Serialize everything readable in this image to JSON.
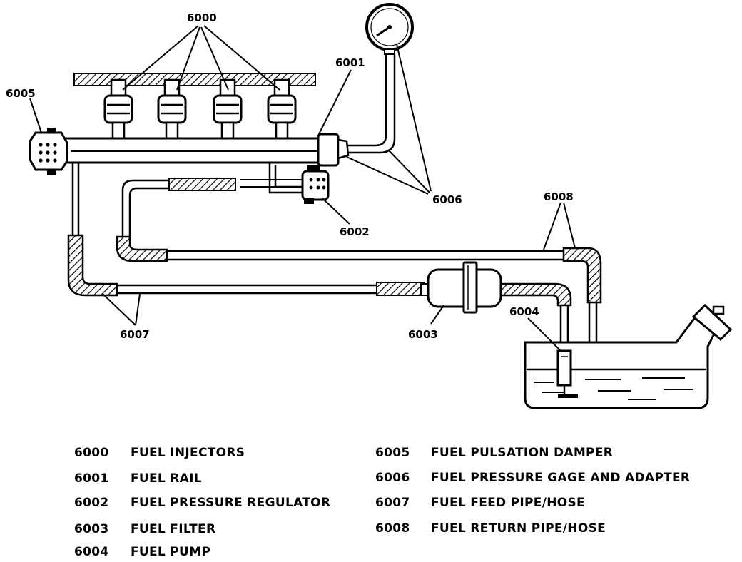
{
  "callouts": {
    "injectors": "6000",
    "rail": "6001",
    "regulator": "6002",
    "filter": "6003",
    "pump": "6004",
    "damper": "6005",
    "gage": "6006",
    "feed": "6007",
    "return": "6008"
  },
  "legend": {
    "left": [
      {
        "code": "6000",
        "text": "FUEL INJECTORS"
      },
      {
        "code": "6001",
        "text": "FUEL RAIL"
      },
      {
        "code": "6002",
        "text": "FUEL PRESSURE REGULATOR"
      },
      {
        "code": "6003",
        "text": "FUEL FILTER"
      },
      {
        "code": "6004",
        "text": "FUEL PUMP"
      }
    ],
    "right": [
      {
        "code": "6005",
        "text": "FUEL PULSATION DAMPER"
      },
      {
        "code": "6006",
        "text": "FUEL PRESSURE GAGE AND ADAPTER"
      },
      {
        "code": "6007",
        "text": "FUEL FEED PIPE/HOSE"
      },
      {
        "code": "6008",
        "text": "FUEL RETURN PIPE/HOSE"
      }
    ]
  }
}
